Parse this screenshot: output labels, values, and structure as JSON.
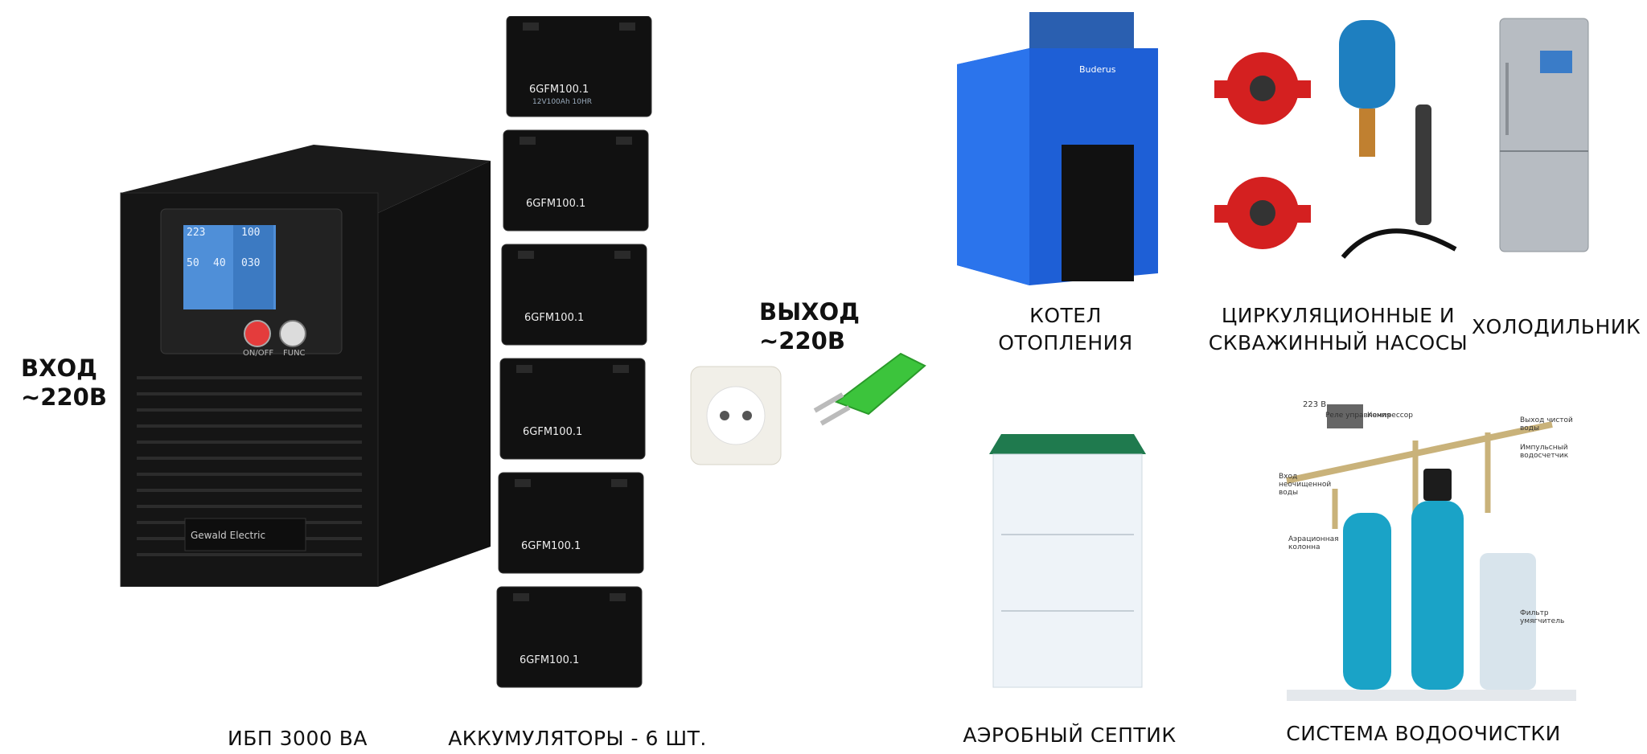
{
  "input_label": [
    "ВХОД",
    "~220В"
  ],
  "output_label": [
    "ВЫХОД",
    "~220В"
  ],
  "ups": {
    "caption": "ИБП 3000 ВА",
    "brand": "Gewald Electric",
    "btn_on": "ON/OFF",
    "btn_func": "FUNC",
    "lcd": [
      "223",
      "100",
      "50",
      "40",
      "030"
    ]
  },
  "batteries": {
    "caption": "АККУМУЛЯТОРЫ - 6 ШТ.",
    "model": "6GFM100.1",
    "spec": "12V100Ah 10HR"
  },
  "boiler": {
    "caption": [
      "КОТЕЛ",
      "ОТОПЛЕНИЯ"
    ],
    "brand": "Buderus"
  },
  "pumps": {
    "caption": [
      "ЦИРКУЛЯЦИОННЫЕ И",
      "СКВАЖИННЫЙ НАСОСЫ"
    ]
  },
  "fridge": {
    "caption": "ХОЛОДИЛЬНИК"
  },
  "septic": {
    "caption": "АЭРОБНЫЙ СЕПТИК"
  },
  "water": {
    "caption": "СИСТЕМА ВОДООЧИСТКИ",
    "notes": [
      "223 В",
      "Реле управления",
      "Компрессор",
      "Вход неочищенной воды",
      "Выход чистой воды",
      "Импульсный водосчетчик",
      "Аэрационная колонна",
      "Фильтр умягчитель"
    ]
  },
  "colors": {
    "boiler": "#1e5fd6",
    "pump": "#d42020",
    "tank": "#1aa3c7",
    "septic_roof": "#1f7a4e",
    "plug": "#3cc43c"
  }
}
